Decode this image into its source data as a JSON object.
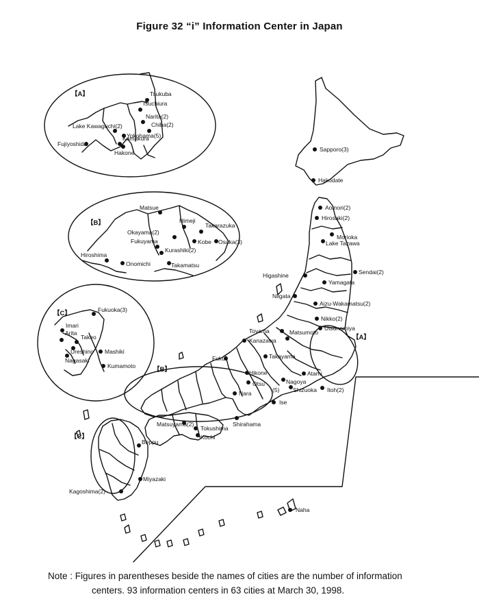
{
  "title": "Figure 32 “i” Information Center in Japan",
  "cities": [
    "Sapporo(3)",
    "Hakodate",
    "Aomori(2)",
    "Hirosaki(2)",
    "Morioka",
    "Lake Tazawa",
    "Sendai(2)",
    "Higashine",
    "Yamagata",
    "Niigata",
    "Aizu-Wakamatsu(2)",
    "Nikko(2)",
    "Utsunomiya",
    "Toyama",
    "Kanazawa",
    "Matsumoto",
    "Fukui",
    "Takayama",
    "Hikone",
    "Nagoya",
    "Atami",
    "Otsu",
    "(5)",
    "Shizuoka",
    "Itoh(2)",
    "Nara",
    "Ise",
    "Tokushima",
    "Shirahama",
    "Matsuyama(2)",
    "Kochi",
    "Beppu",
    "Miyazaki",
    "Kagoshima(2)",
    "Naha"
  ],
  "inset_a": {
    "label": "【A】",
    "cities": [
      "Tsukuba",
      "Tsuchiura",
      "Narita(2)",
      "Chiba(2)",
      "Lake Kawaguchi(2)",
      "Yokohama(5)",
      "Fujiyoshida",
      "Kamakura",
      "Hakone"
    ]
  },
  "inset_b": {
    "label": "【B】",
    "cities": [
      "Matsue",
      "Himeji",
      "Takarazuka",
      "Okayama(2)",
      "Kobe",
      "Osaka(3)",
      "Fukuyama",
      "Kurashiki(2)",
      "Hiroshima",
      "Onomichi",
      "Takamatsu"
    ]
  },
  "inset_c": {
    "label": "【C】",
    "cities": [
      "Fukuoka(3)",
      "Imari",
      "Arita",
      "Takeo",
      "Ureshino",
      "Mashiki",
      "Nagasaki",
      "Kumamoto"
    ]
  },
  "map_markers": [
    "【A】",
    "【B】",
    "【C】"
  ],
  "note": {
    "label": "Note :",
    "line1": "Figures in parentheses beside the names of cities are the number of information",
    "line2": "centers.  93 information centers in 63 cities at March 30, 1998."
  }
}
